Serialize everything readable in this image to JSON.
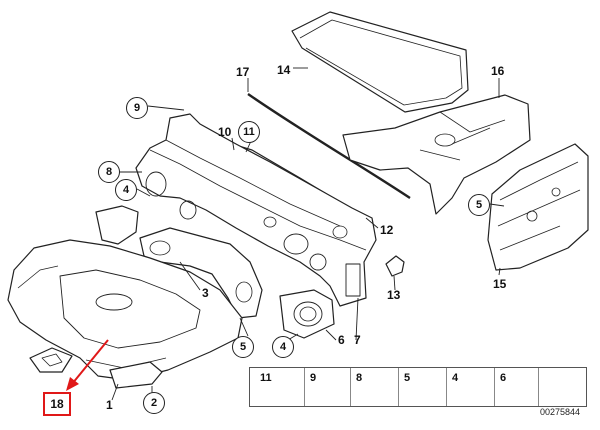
{
  "diagram": {
    "callouts_plain": {
      "c1": "1",
      "c3": "3",
      "c7": "7",
      "c10": "10",
      "c12": "12",
      "c13": "13",
      "c14": "14",
      "c15": "15",
      "c16": "16",
      "c17": "17"
    },
    "callouts_circled": {
      "c9": "9",
      "c8": "8",
      "c4a": "4",
      "c11": "11",
      "c5a": "5",
      "c5b": "5",
      "c4b": "4",
      "c6": "6",
      "c2": "2"
    },
    "highlighted_callout": "18",
    "highlight_color": "#e01818",
    "legend": [
      "11",
      "9",
      "8",
      "5",
      "4",
      "6"
    ],
    "reference_number": "00275844"
  }
}
